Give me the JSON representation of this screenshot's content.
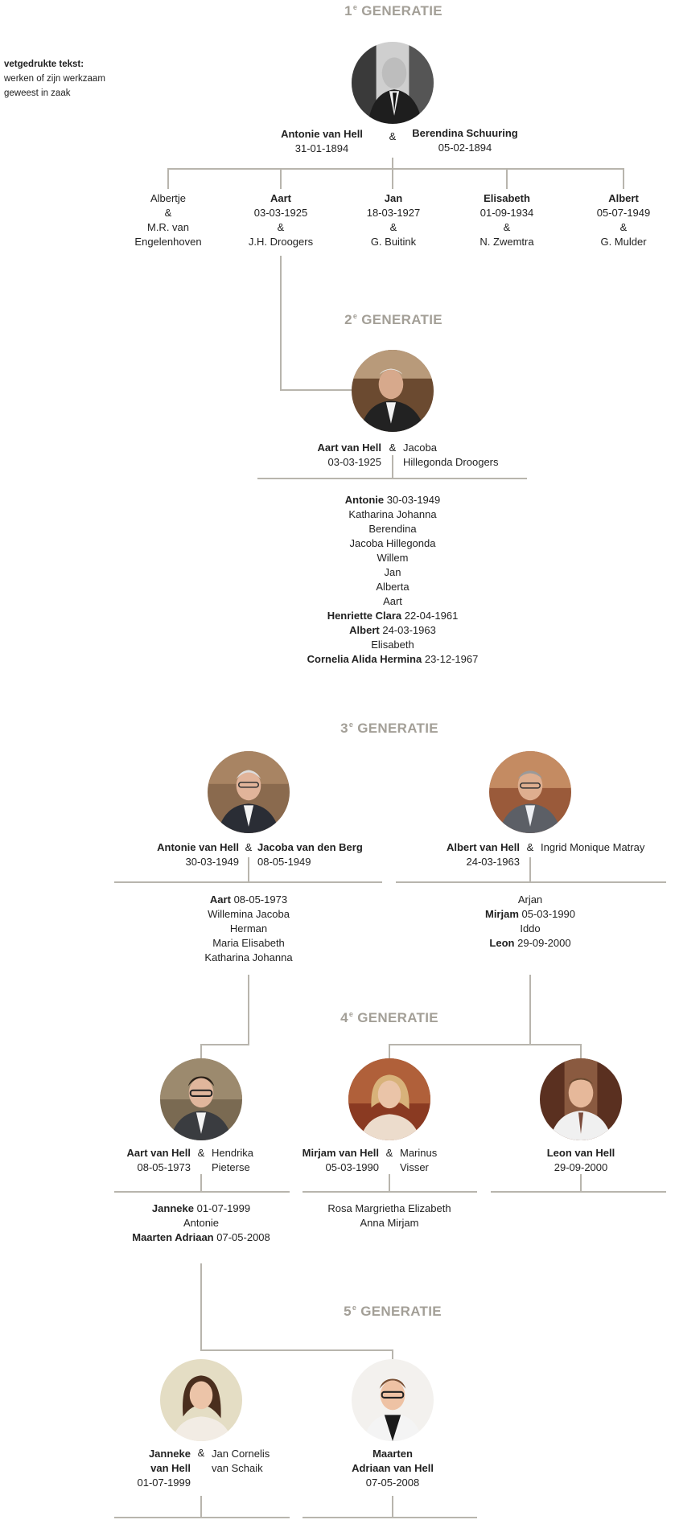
{
  "legend": {
    "title": "vetgedrukte tekst:",
    "line1": "werken of zijn werkzaam",
    "line2": "geweest in zaak"
  },
  "amp": "&",
  "gen1": {
    "num": "1",
    "sup": "e",
    "label": "GENERATIE",
    "husband": {
      "name": "Antonie van Hell",
      "date": "31-01-1894"
    },
    "wife": {
      "name": "Berendina Schuuring",
      "date": "05-02-1894"
    },
    "children": [
      {
        "name": "Albertje",
        "date": "",
        "amp": "&",
        "spouse1": "M.R. van",
        "spouse2": "Engelenhoven"
      },
      {
        "name": "Aart",
        "date": "03-03-1925",
        "amp": "&",
        "spouse1": "J.H. Droogers"
      },
      {
        "name": "Jan",
        "date": "18-03-1927",
        "amp": "&",
        "spouse1": "G. Buitink"
      },
      {
        "name": "Elisabeth",
        "date": "01-09-1934",
        "amp": "&",
        "spouse1": "N. Zwemtra"
      },
      {
        "name": "Albert",
        "date": "05-07-1949",
        "amp": "&",
        "spouse1": "G. Mulder"
      }
    ]
  },
  "gen2": {
    "num": "2",
    "sup": "e",
    "label": "GENERATIE",
    "husband": {
      "name": "Aart van Hell",
      "date": "03-03-1925"
    },
    "wife": {
      "name1": "Jacoba",
      "name2": "Hillegonda Droogers"
    },
    "children": [
      {
        "name": "Antonie",
        "date": "30-03-1949"
      },
      {
        "name": "Katharina Johanna"
      },
      {
        "name": "Berendina"
      },
      {
        "name": "Jacoba Hillegonda"
      },
      {
        "name": "Willem"
      },
      {
        "name": "Jan"
      },
      {
        "name": "Alberta"
      },
      {
        "name": "Aart"
      },
      {
        "name": "Henriette Clara",
        "date": "22-04-1961"
      },
      {
        "name": "Albert",
        "date": "24-03-1963"
      },
      {
        "name": "Elisabeth"
      },
      {
        "name": "Cornelia Alida Hermina",
        "date": "23-12-1967"
      }
    ]
  },
  "gen3": {
    "num": "3",
    "sup": "e",
    "label": "GENERATIE",
    "left": {
      "husband": {
        "name": "Antonie van Hell",
        "date": "30-03-1949"
      },
      "wife": {
        "name": "Jacoba van den Berg",
        "date": "08-05-1949"
      },
      "children": [
        {
          "name": "Aart",
          "date": "08-05-1973"
        },
        {
          "name": "Willemina Jacoba"
        },
        {
          "name": "Herman"
        },
        {
          "name": "Maria Elisabeth"
        },
        {
          "name": "Katharina Johanna"
        }
      ]
    },
    "right": {
      "husband": {
        "name": "Albert van Hell",
        "date": "24-03-1963"
      },
      "wife": {
        "name": "Ingrid Monique Matray"
      },
      "children": [
        {
          "name": "Arjan"
        },
        {
          "name": "Mirjam",
          "date": "05-03-1990"
        },
        {
          "name": "Iddo"
        },
        {
          "name": "Leon",
          "date": "29-09-2000"
        }
      ]
    }
  },
  "gen4": {
    "num": "4",
    "sup": "e",
    "label": "GENERATIE",
    "aart": {
      "husband": {
        "name": "Aart van Hell",
        "date": "08-05-1973"
      },
      "wife": {
        "name1": "Hendrika",
        "name2": "Pieterse"
      },
      "children": [
        {
          "name": "Janneke",
          "date": "01-07-1999"
        },
        {
          "name": "Antonie"
        },
        {
          "name": "Maarten Adriaan",
          "date": "07-05-2008"
        }
      ]
    },
    "mirjam": {
      "wife": {
        "name": "Mirjam van Hell",
        "date": "05-03-1990"
      },
      "husband": {
        "name1": "Marinus",
        "name2": "Visser"
      },
      "children": [
        {
          "name": "Rosa Margrietha Elizabeth"
        },
        {
          "name": "Anna Mirjam"
        }
      ]
    },
    "leon": {
      "name": "Leon van Hell",
      "date": "29-09-2000"
    }
  },
  "gen5": {
    "num": "5",
    "sup": "e",
    "label": "GENERATIE",
    "janneke": {
      "name1": "Janneke",
      "name2": "van Hell",
      "date": "01-07-1999",
      "spouse1": "Jan Cornelis",
      "spouse2": "van Schaik"
    },
    "maarten": {
      "name1": "Maarten",
      "name2": "Adriaan van Hell",
      "date": "07-05-2008"
    }
  },
  "colors": {
    "line": "#b8b5ad",
    "title": "#a39f97"
  }
}
